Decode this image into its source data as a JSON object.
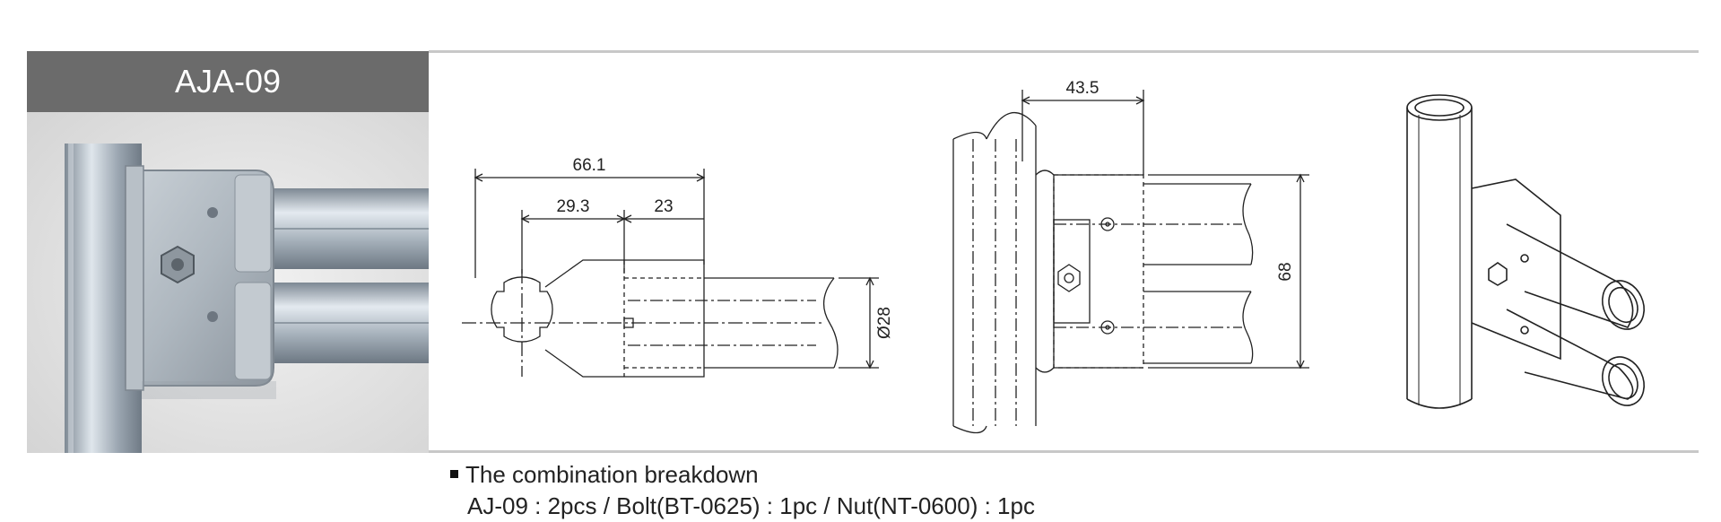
{
  "product": {
    "code": "AJA-09"
  },
  "dimensions": {
    "overall_length": "66.1",
    "segment_a": "29.3",
    "segment_b": "23",
    "diameter": "Ø28",
    "offset": "43.5",
    "height": "68"
  },
  "breakdown": {
    "heading": "The combination breakdown",
    "items": "AJ-09 : 2pcs / Bolt(BT-0625) : 1pc / Nut(NT-0600) : 1pc"
  },
  "colors": {
    "header_bg": "#6b6b6b",
    "rule": "#c8c8c8",
    "metal": "#aab4bf"
  }
}
